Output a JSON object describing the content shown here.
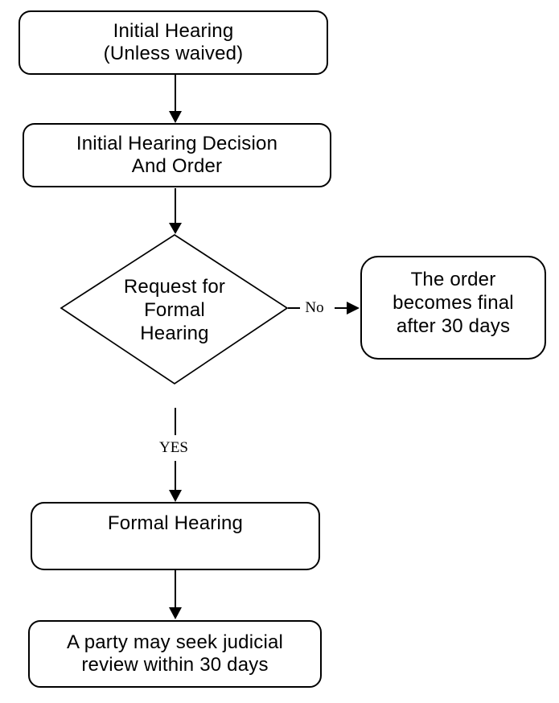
{
  "flowchart": {
    "nodes": {
      "initial_hearing": {
        "lines": [
          "Initial Hearing",
          "(Unless waived)"
        ]
      },
      "decision_order": {
        "lines": [
          "Initial Hearing Decision",
          "And Order"
        ]
      },
      "request_formal": {
        "lines": [
          "Request for",
          "Formal",
          "Hearing"
        ]
      },
      "order_final": {
        "lines": [
          "The order",
          "becomes final",
          "after 30 days"
        ]
      },
      "formal_hearing": {
        "lines": [
          "Formal Hearing"
        ]
      },
      "judicial_review": {
        "lines": [
          "A party may seek judicial",
          "review within 30 days"
        ]
      }
    },
    "edge_labels": {
      "no": "No",
      "yes": "YES"
    },
    "colors": {
      "stroke": "#000000",
      "fill": "#ffffff",
      "text": "#000000",
      "background": "#ffffff"
    }
  }
}
